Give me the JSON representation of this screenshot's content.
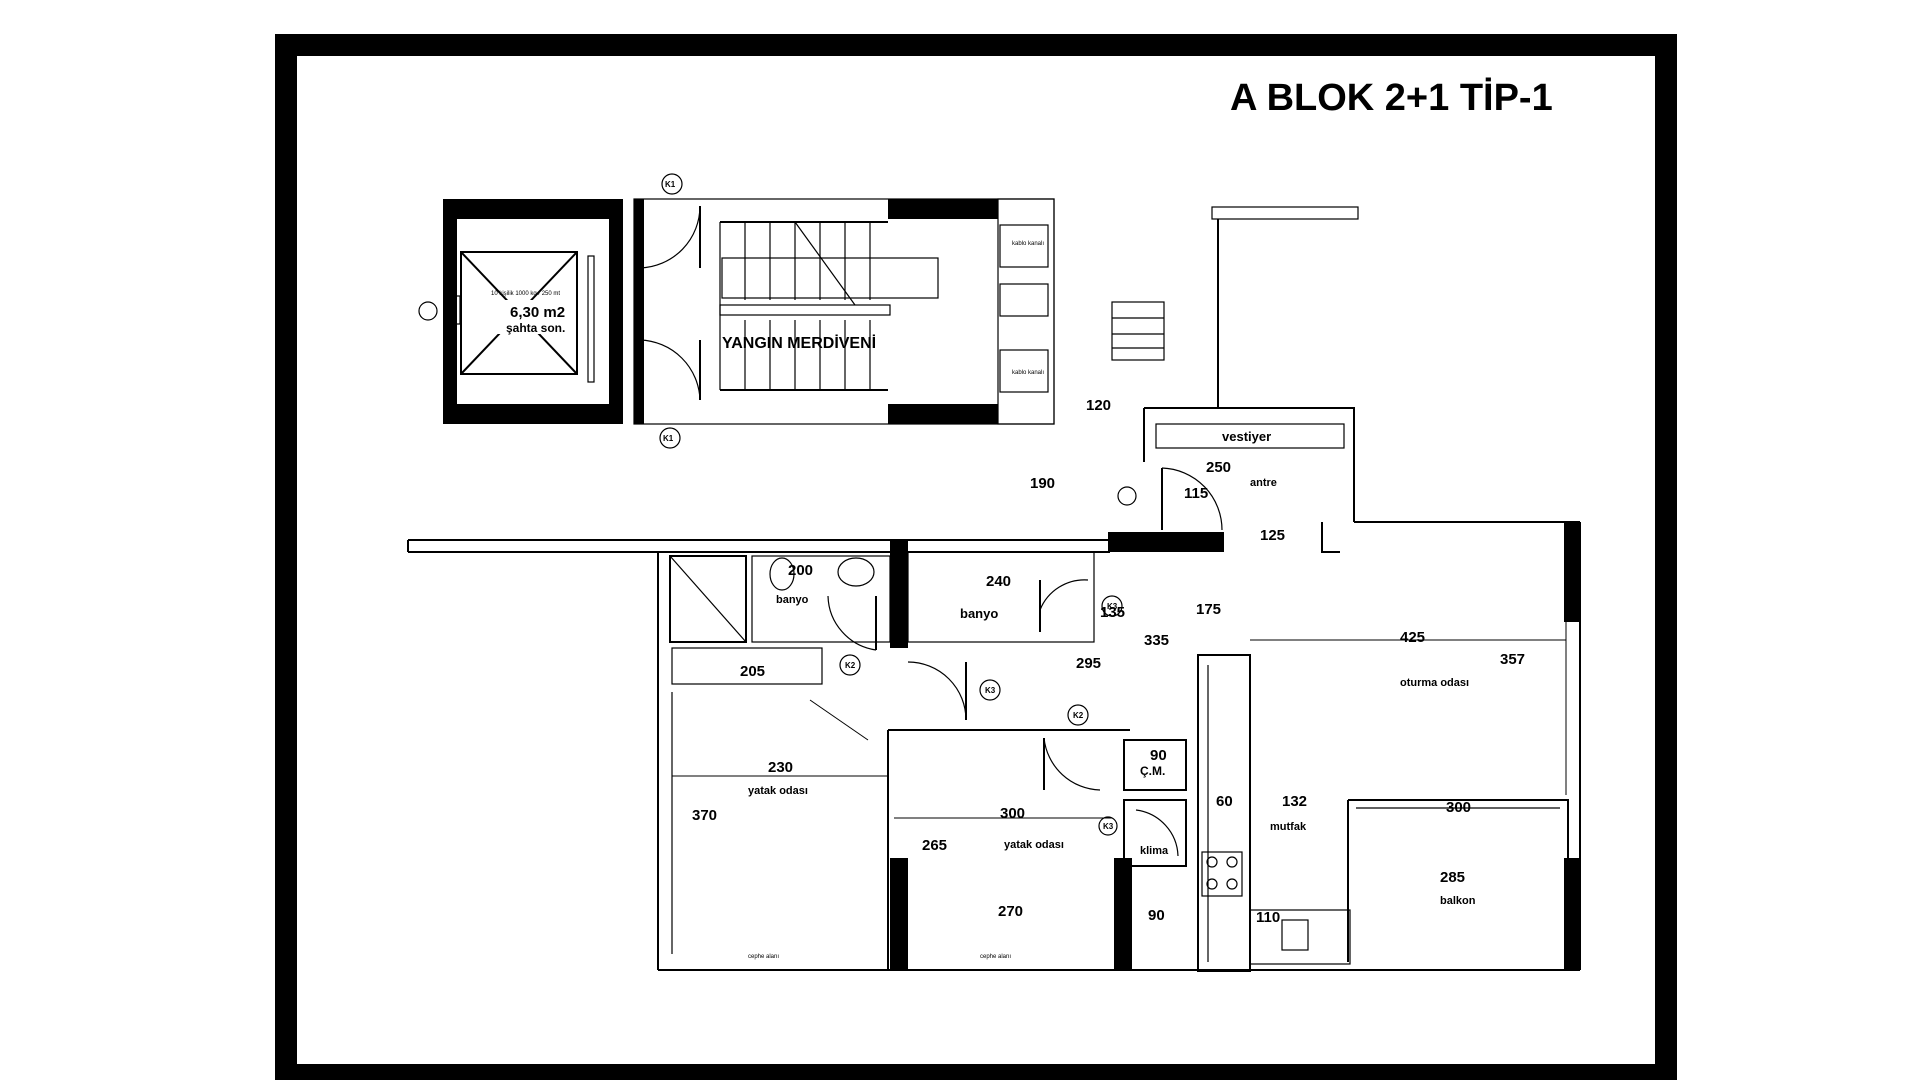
{
  "title": "A BLOK 2+1 TİP-1",
  "core": {
    "elevator_area": "6,30 m2",
    "elevator_shaft": "şahta son.",
    "elevator_spec": "10 kişilik 1000 kg / 250 mt",
    "stair_label": "YANGIN MERDİVENİ",
    "door_tag": "K1",
    "cable_room": "kablo kanalı"
  },
  "rooms": {
    "vestiyer": "vestiyer",
    "antre": "antre",
    "banyo": "banyo",
    "oturma": "oturma odası",
    "yatak": "yatak odası",
    "mutfak": "mutfak",
    "balkon": "balkon",
    "klima": "klima",
    "cm": "Ç.M.",
    "cephe": "cephe alanı"
  },
  "door_tags": {
    "k1": "K1",
    "k2": "K2",
    "k3": "K3"
  },
  "dims": {
    "d120": "120",
    "d190": "190",
    "d250": "250",
    "d115": "115",
    "d125": "125",
    "d200": "200",
    "d240": "240",
    "d135": "135",
    "d425": "425",
    "d357": "357",
    "d205": "205",
    "d295": "295",
    "d230": "230",
    "d90": "90",
    "d300": "300",
    "d270": "270",
    "d132": "132",
    "d370": "370",
    "d265": "265",
    "d285": "285",
    "d60": "60",
    "d110": "110",
    "d335": "335",
    "d175": "175"
  }
}
